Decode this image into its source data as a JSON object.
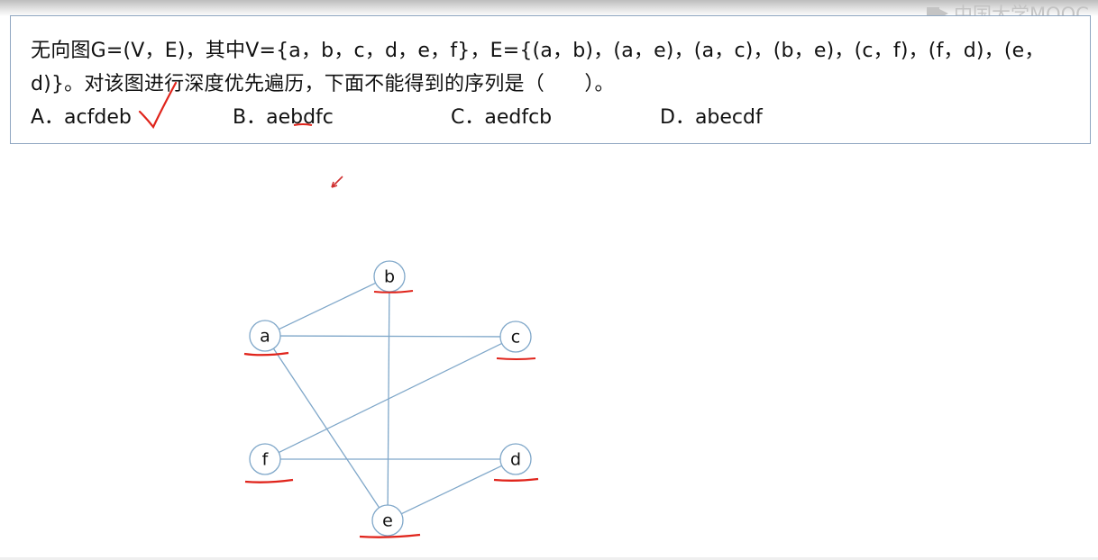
{
  "watermark": {
    "text": "中国大学MOOC"
  },
  "question": {
    "text": "无向图G=(V，E)，其中V={a，b，c，d，e，f}，E={(a，b)，(a，e)，(a，c)，(b，e)，(c，f)，(f，d)，(e，d)}。对该图进行深度优先遍历，下面不能得到的序列是（　　）。",
    "options": [
      {
        "label": "A．acfdeb"
      },
      {
        "label": "B．aebdfc"
      },
      {
        "label": "C．aedfcb"
      },
      {
        "label": "D．abecdf"
      }
    ]
  },
  "graph": {
    "nodes": [
      {
        "id": "a",
        "label": "a"
      },
      {
        "id": "b",
        "label": "b"
      },
      {
        "id": "c",
        "label": "c"
      },
      {
        "id": "d",
        "label": "d"
      },
      {
        "id": "e",
        "label": "e"
      },
      {
        "id": "f",
        "label": "f"
      }
    ],
    "edges": [
      [
        "a",
        "b"
      ],
      [
        "a",
        "e"
      ],
      [
        "a",
        "c"
      ],
      [
        "b",
        "e"
      ],
      [
        "c",
        "f"
      ],
      [
        "f",
        "d"
      ],
      [
        "e",
        "d"
      ]
    ],
    "colors": {
      "edge": "#7fa7c9",
      "node_stroke": "#7fa7c9",
      "ink": "#e0241b"
    }
  }
}
